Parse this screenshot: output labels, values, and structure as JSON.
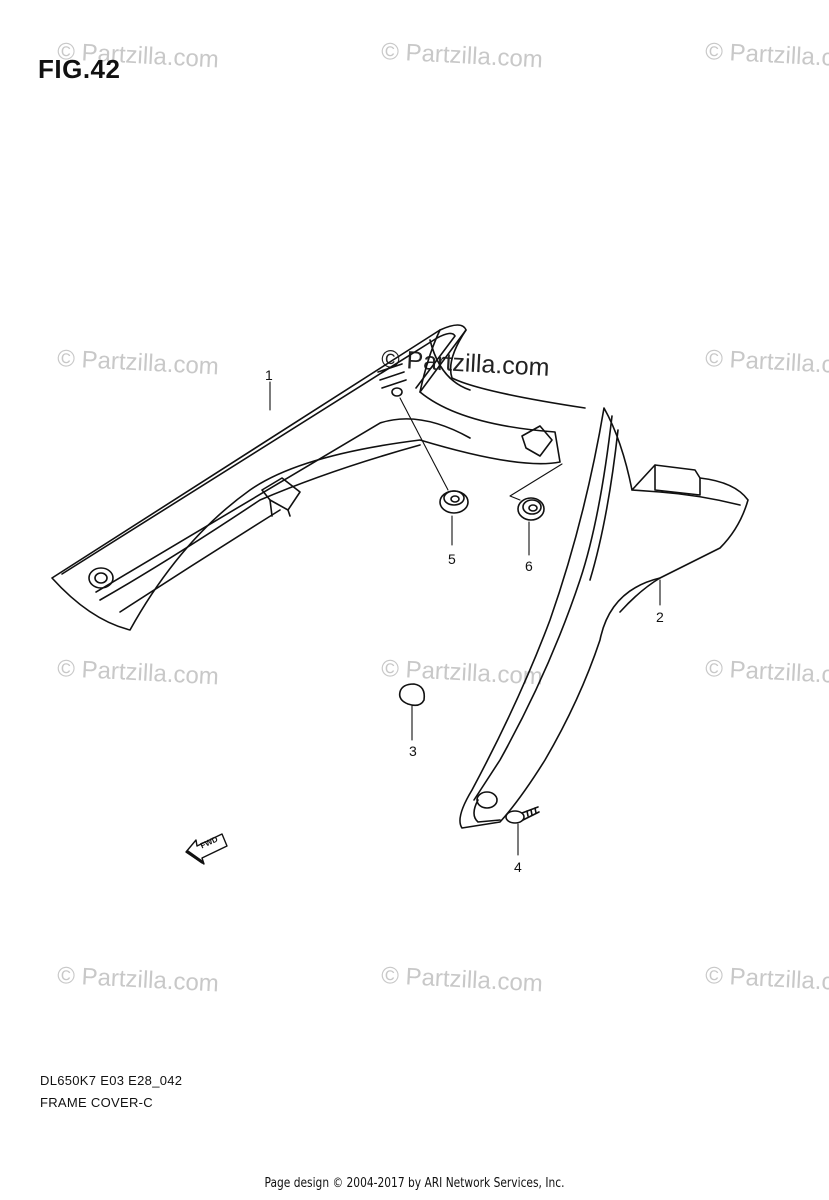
{
  "figure": {
    "title": "FIG.42"
  },
  "watermark": {
    "text": "© Partzilla.com",
    "center_text": "© Partzilla.com",
    "color": "#c8c8c8"
  },
  "callouts": [
    "1",
    "2",
    "3",
    "4",
    "5",
    "6"
  ],
  "arrow": {
    "label": "FWD",
    "icon": "forward-arrow-icon"
  },
  "caption": {
    "model_code": "DL650K7 E03 E28_042",
    "diagram_name": "FRAME COVER-C"
  },
  "footer": {
    "text": "Page design © 2004-2017 by ARI Network Services, Inc."
  },
  "colors": {
    "ink": "#111111",
    "background": "#ffffff"
  }
}
